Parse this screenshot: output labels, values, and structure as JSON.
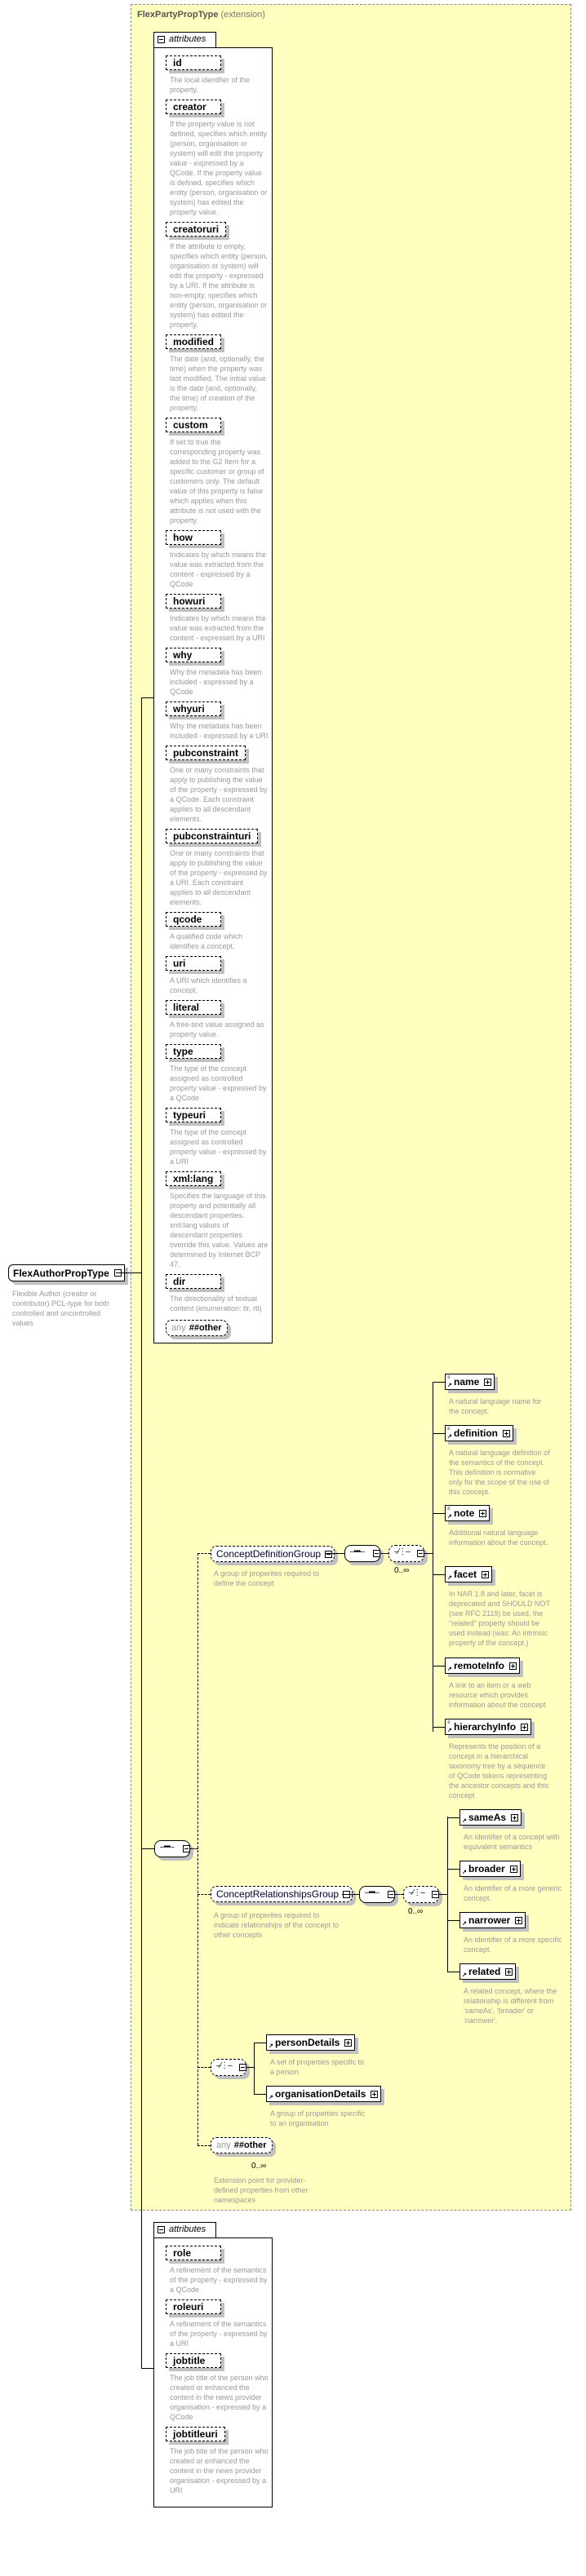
{
  "root": {
    "name": "FlexAuthorPropType",
    "description": "Flexible Author (creator or contributor) PCL-type for both controlled and uncontrolled values"
  },
  "extension": {
    "base": "FlexPartyPropType",
    "label": "(extension)"
  },
  "attributes_label": "attributes",
  "attributes": [
    {
      "name": "id",
      "desc": "The local identifier of the property."
    },
    {
      "name": "creator",
      "desc": "If the property value is not defined, specifies which entity (person, organisation or system) will edit the property value - expressed by a QCode. If the property value is defined, specifies which entity (person, organisation or system) has edited the property value."
    },
    {
      "name": "creatoruri",
      "desc": "If the attribute is empty, specifies which entity (person, organisation or system) will edit the property - expressed by a URI. If the attribute is non-empty, specifies which entity (person, organisation or system) has edited the property."
    },
    {
      "name": "modified",
      "desc": "The date (and, optionally, the time) when the property was last modified. The initial value is the date (and, optionally, the time) of creation of the property."
    },
    {
      "name": "custom",
      "desc": "If set to true the corresponding property was added to the G2 Item for a specific customer or group of customers only. The default value of this property is false which applies when this attribute is not used with the property."
    },
    {
      "name": "how",
      "desc": "Indicates by which means the value was extracted from the content - expressed by a QCode"
    },
    {
      "name": "howuri",
      "desc": "Indicates by which means the value was extracted from the content - expressed by a URI"
    },
    {
      "name": "why",
      "desc": "Why the metadata has been included - expressed by a QCode"
    },
    {
      "name": "whyuri",
      "desc": "Why the metadata has been included - expressed by a URI"
    },
    {
      "name": "pubconstraint",
      "desc": "One or many constraints that apply to publishing the value of the property - expressed by a QCode. Each constraint applies to all descendant elements."
    },
    {
      "name": "pubconstrainturi",
      "desc": "One or many constraints that apply to publishing the value of the property - expressed by a URI. Each constraint applies to all descendant elements."
    },
    {
      "name": "qcode",
      "desc": "A qualified code which identifies a concept."
    },
    {
      "name": "uri",
      "desc": "A URI which identifies a concept."
    },
    {
      "name": "literal",
      "desc": "A free-text value assigned as property value."
    },
    {
      "name": "type",
      "desc": "The type of the concept assigned as controlled property value - expressed by a QCode"
    },
    {
      "name": "typeuri",
      "desc": "The type of the concept assigned as controlled property value - expressed by a URI"
    },
    {
      "name": "xml:lang",
      "desc": "Specifies the language of this property and potentially all descendant properties. xml:lang values of descendant properties override this value. Values are determined by Internet BCP 47."
    },
    {
      "name": "dir",
      "desc": "The directionality of textual content (enumeration: ltr, rtl)"
    }
  ],
  "any_attr": {
    "keyword": "any",
    "ns": "##other"
  },
  "concept_definition_group": {
    "name": "ConceptDefinitionGroup",
    "desc": "A group of properites required to define the concept",
    "occurs": "0..∞",
    "elements": [
      {
        "name": "name",
        "desc": "A natural language name for the concept."
      },
      {
        "name": "definition",
        "desc": "A natural language definition of the semantics of the concept. This definition is normative only for the scope of the use of this concept."
      },
      {
        "name": "note",
        "desc": "Additional natural language information about the concept."
      },
      {
        "name": "facet",
        "desc": "In NAR 1.8 and later, facet is deprecated and SHOULD NOT (see RFC 2119) be used, the \"related\" property should be used instead (was: An intrinsic property of the concept.)"
      },
      {
        "name": "remoteInfo",
        "desc": "A link to an item or a web resource which provides information about the concept"
      },
      {
        "name": "hierarchyInfo",
        "desc": "Represents the position of a concept in a hierarchical taxonomy tree by a sequence of QCode tokens representing the ancestor concepts and this concept"
      }
    ]
  },
  "concept_relationships_group": {
    "name": "ConceptRelationshipsGroup",
    "desc": "A group of properites required to indicate relationships of the concept to other concepts",
    "occurs": "0..∞",
    "elements": [
      {
        "name": "sameAs",
        "desc": "An identifier of a concept with equivalent semantics"
      },
      {
        "name": "broader",
        "desc": "An identifier of a more generic concept."
      },
      {
        "name": "narrower",
        "desc": "An identifier of a more specific concept."
      },
      {
        "name": "related",
        "desc": "A related concept, where the relationship is different from 'sameAs', 'broader' or 'narrower'."
      }
    ]
  },
  "details_choice": [
    {
      "name": "personDetails",
      "desc": "A set of properties specific to a person"
    },
    {
      "name": "organisationDetails",
      "desc": "A group of properties specific to an organisation"
    }
  ],
  "any_element": {
    "keyword": "any",
    "ns": "##other",
    "occurs": "0..∞",
    "desc": "Extension point for provider-defined properties from other namespaces"
  },
  "own_attributes": [
    {
      "name": "role",
      "desc": "A refinement of the semantics of the property - expressed by a QCode"
    },
    {
      "name": "roleuri",
      "desc": "A refinement of the semantics of the property - expressed by a URI"
    },
    {
      "name": "jobtitle",
      "desc": "The job title of the person who created or enhanced the content in the news provider organisation - expressed by a QCode"
    },
    {
      "name": "jobtitleuri",
      "desc": "The job title of the person who created or enhanced the content in the news provider organisation - expressed by a URI"
    }
  ]
}
